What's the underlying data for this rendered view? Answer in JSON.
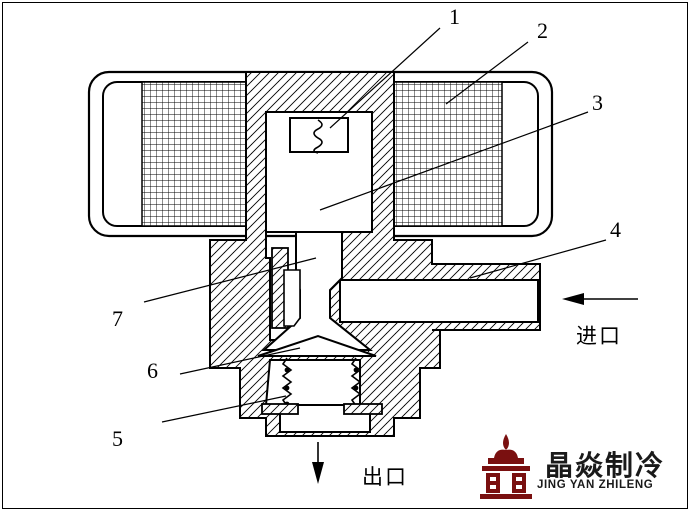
{
  "callouts": {
    "c1": "1",
    "c2": "2",
    "c3": "3",
    "c4": "4",
    "c5": "5",
    "c6": "6",
    "c7": "7"
  },
  "ports": {
    "inlet": "进口",
    "outlet": "出口"
  },
  "logo": {
    "chinese": "晶焱制冷",
    "english": "JING YAN ZHILENG",
    "mark_color": "#7a1010"
  },
  "colors": {
    "line": "#000000",
    "background": "#ffffff"
  }
}
